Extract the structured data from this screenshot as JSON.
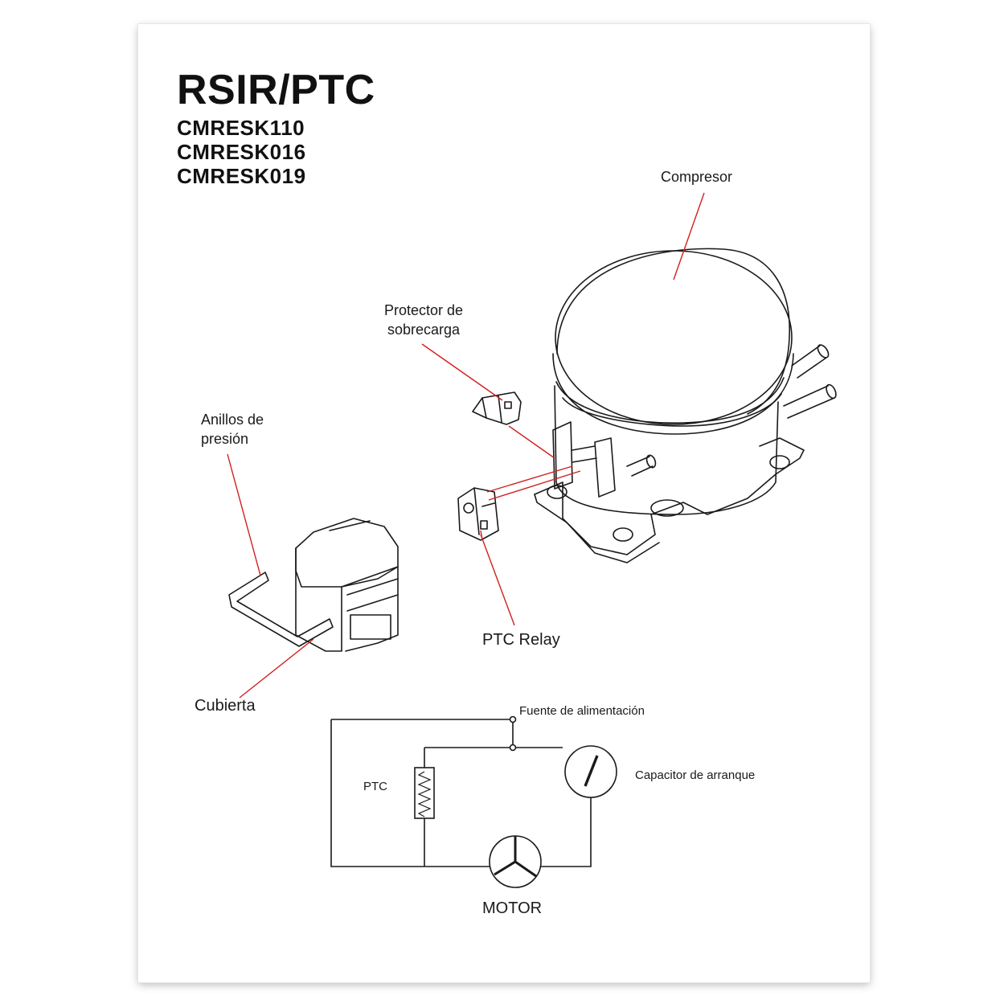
{
  "header": {
    "title": "RSIR/PTC",
    "models": [
      "CMRESK110",
      "CMRESK016",
      "CMRESK019"
    ]
  },
  "labels": {
    "compresor": "Compresor",
    "protector": "Protector de\nsobrecarga",
    "anillos": "Anillos de\npresión",
    "ptc_relay": "PTC Relay",
    "cubierta": "Cubierta"
  },
  "circuit": {
    "fuente": "Fuente de alimentación",
    "ptc": "PTC",
    "capacitor": "Capacitor de arranque",
    "motor": "MOTOR"
  },
  "colors": {
    "leader": "#d11f1f",
    "line": "#1a1a1a"
  }
}
